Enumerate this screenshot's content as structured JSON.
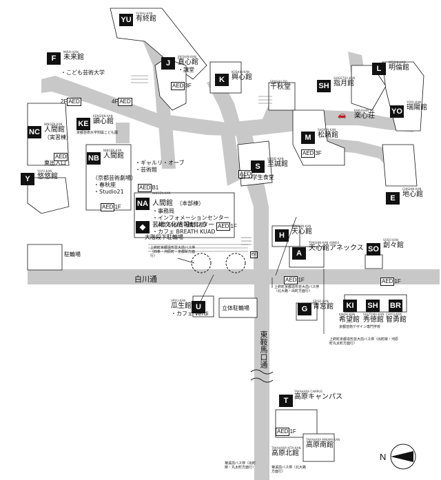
{
  "map_labels": {
    "white_river": "白川通",
    "higashi_road": "東鞍馬口通",
    "bike_parking": "駐輪場",
    "multi_bike_parking": "立体駐輪場",
    "stairs_bike": "大階段下駐輪場",
    "ev": "EV"
  },
  "buildings": {
    "yu": {
      "code": "YU",
      "romaji": "YUSHU-KAN",
      "name": "有終館"
    },
    "f": {
      "code": "F",
      "romaji": "MIRAI-KAN",
      "name": "未来館",
      "note": "・こども芸術大学"
    },
    "j": {
      "code": "J",
      "romaji": "JIKISHIN-KAN",
      "name": "直心館",
      "note": "・講堂",
      "aed_floor": "3F"
    },
    "k": {
      "code": "K",
      "romaji": "KOSHIN-KAN",
      "name": "興心館"
    },
    "senshu": {
      "romaji": "SENSHU-DO",
      "name": "千秋堂"
    },
    "l": {
      "code": "L",
      "romaji": "MEIRIN-KAN",
      "name": "明倫館"
    },
    "sh_s": {
      "code": "SH",
      "romaji": "SHIGETSU-KAN",
      "name": "指月館"
    },
    "kanshin": {
      "romaji": "KAKUSHIN-SO",
      "name": "楽心荘"
    },
    "yo": {
      "code": "YO",
      "romaji": "YOYO-KAN",
      "name": "瑞陽館"
    },
    "ke": {
      "code": "KE",
      "romaji": "KENSHIN-KAN",
      "name": "顕心館",
      "note": "京都芸術大学附属こども園"
    },
    "nc": {
      "code": "NC",
      "romaji": "NINGEN-KAN",
      "name": "人間館",
      "sub": "（実習棟）",
      "aed_note": "東出入口"
    },
    "m": {
      "code": "M",
      "romaji": "SHORIN-KAN",
      "name": "松籟館",
      "aed_floor": "3F"
    },
    "nb": {
      "code": "NB",
      "romaji": "NINGEN-KAN",
      "name": "人間館",
      "theatre": "（京都芸術劇場）",
      "t1": "・春秋座",
      "t2": "・Studio21",
      "aed_floor": "1F",
      "aed_b1": "B1",
      "g1": "・ギャルリ・オーブ",
      "g2": "・芸術館"
    },
    "s": {
      "code": "S",
      "romaji": "SHISEI-KAN",
      "name": "至誠館",
      "note": "3F・学生食堂"
    },
    "y": {
      "code": "Y",
      "romaji": "YUYU-KAN",
      "name": "悠悠館"
    },
    "e": {
      "code": "E",
      "romaji": "CHISHIN-KAN",
      "name": "地心館"
    },
    "na": {
      "code": "NA",
      "romaji": "NINGEN-KAN",
      "name": "人間館",
      "sub": "（本部棟）",
      "i1": "・事務局",
      "i2": "・インフォメーションセンター",
      "i3": "・AD Store（購買部）",
      "i4": "・カフェ BREATH KUAD",
      "aed_floor": "1F"
    },
    "center": {
      "name": "芸術文化情報センター"
    },
    "h": {
      "code": "H",
      "romaji": "TENSHIN-KAN",
      "name": "天心館"
    },
    "a": {
      "code": "A",
      "romaji": "TENSHIN-KAN ANNEX",
      "name": "天心館アネックス",
      "aed_floor": "1F"
    },
    "so": {
      "code": "SO",
      "romaji": "SOSO-KAN",
      "name": "創々館",
      "aed_floor": "1F"
    },
    "u": {
      "code": "U",
      "romaji": "URYU-KAN",
      "name": "瓜生館",
      "note": "・カフェ Verdi"
    },
    "g": {
      "code": "G",
      "romaji": "SEISO-KAN",
      "name": "青窓館"
    },
    "ki": {
      "code": "KI",
      "romaji": "KIBOH-KAN",
      "name": "希望館",
      "note": "京都芸術デザイン専門学校"
    },
    "sh": {
      "code": "SH",
      "romaji": "SHUTOKU-KAN",
      "name": "秀徳館"
    },
    "br": {
      "code": "BR",
      "romaji": "CHIYU-KAN",
      "name": "智勇館"
    },
    "t": {
      "code": "T",
      "romaji": "TAKAHARA CAMPUS",
      "name": "高原キャンパス",
      "aed_floor": "1F"
    },
    "takahara_s": {
      "romaji": "TAKAHARA MINAMI-KAN",
      "name": "高原南館"
    },
    "takahara_n": {
      "romaji": "TAKAHARA KITA-KAN",
      "name": "高原北館"
    }
  },
  "bus_stops": {
    "west": "上終町京都造形芸大前バス停（四条・河原町・京都駅方面行）",
    "east_top": "上終町京都造形芸大前バス停（北大路・出町方面行）",
    "east_bottom": "上終町京都造形芸大前バス停（出町柳・河原町丸太町方面行）",
    "south_left": "菊溪前バス停（出町柳・丸太町方面行）",
    "south_right": "菊溪前バス停（北大路方面行）"
  },
  "aed_text": "AED",
  "floor_2f": "2F",
  "floor_4f": "4F",
  "compass_label": "N",
  "colors": {
    "road": "#c8c8c8",
    "badge": "#111111"
  }
}
